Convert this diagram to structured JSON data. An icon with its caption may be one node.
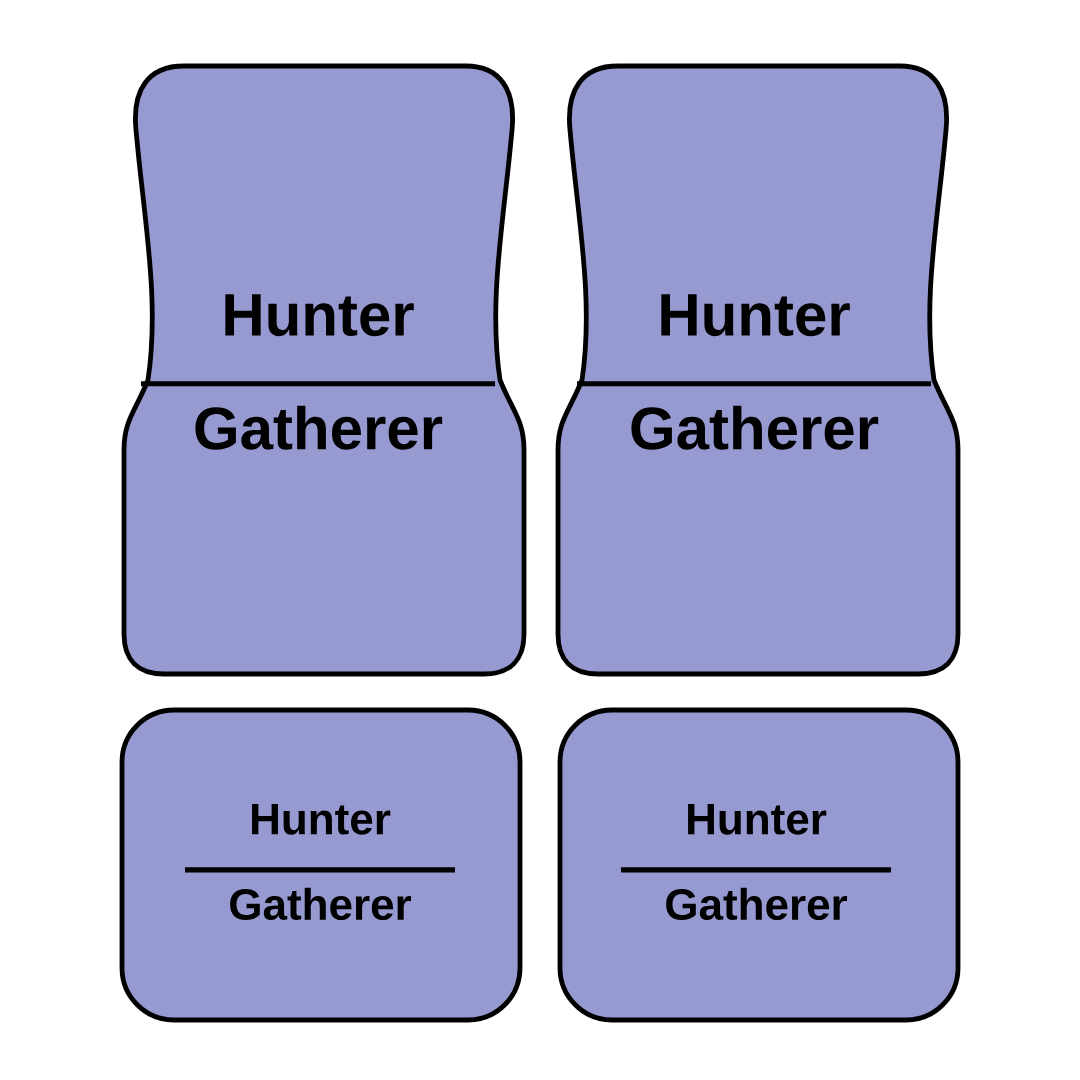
{
  "diagram": {
    "nodes": [
      {
        "text": [
          "Hunter",
          "Gatherer"
        ]
      },
      {
        "text": [
          "Hunter",
          "Gatherer"
        ]
      },
      {
        "text": [
          "Hunter",
          "Gatherer"
        ]
      },
      {
        "text": [
          "Hunter",
          "Gatherer"
        ]
      }
    ]
  }
}
